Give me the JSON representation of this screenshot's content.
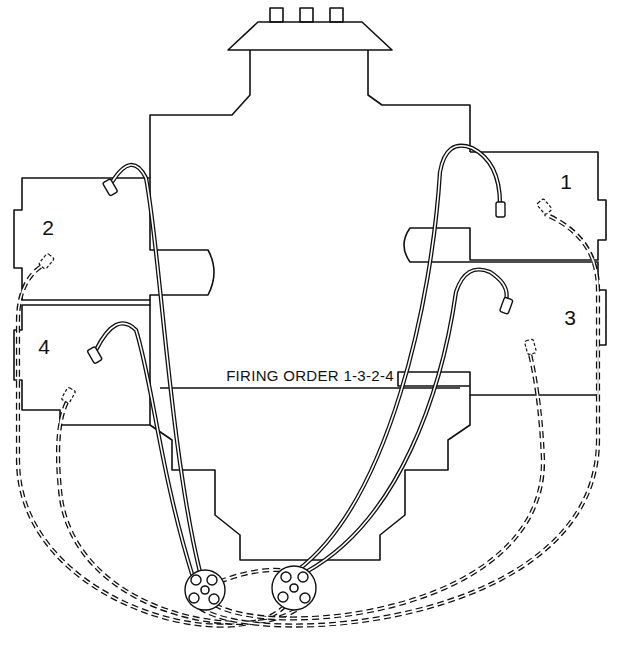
{
  "diagram": {
    "labels": [
      "2",
      "1",
      "3",
      "4",
      "FIRING ORDER 1-3-2-4"
    ]
  }
}
